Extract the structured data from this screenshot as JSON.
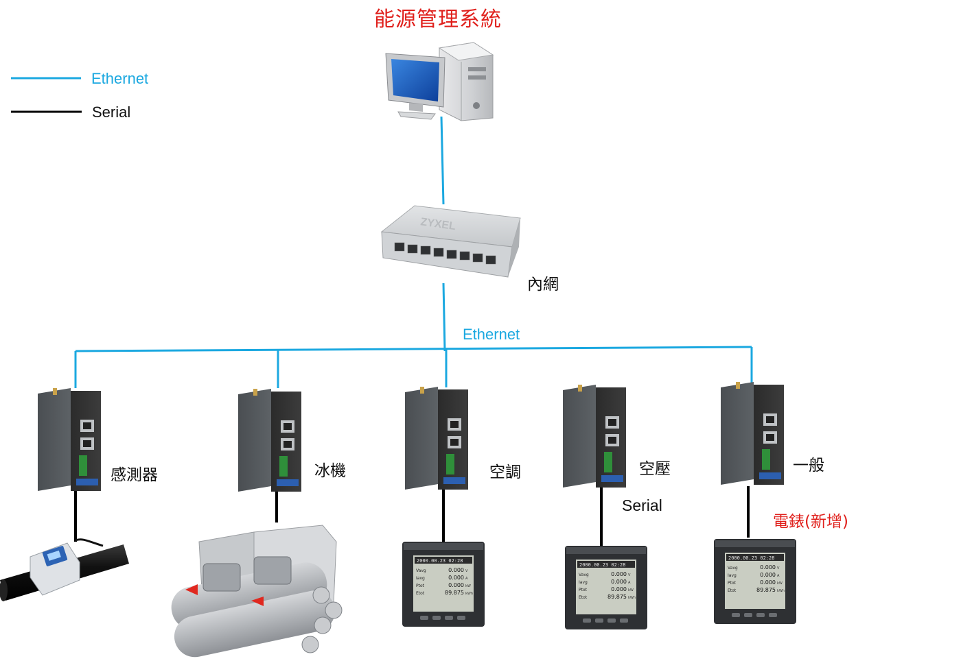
{
  "title": "能源管理系統",
  "legend": {
    "ethernet_label": "Ethernet",
    "serial_label": "Serial",
    "ethernet_color": "#1ba8e0",
    "serial_color": "#000000"
  },
  "switch": {
    "brand": "ZYXEL",
    "label": "內網"
  },
  "bus_label": "Ethernet",
  "gateways": [
    {
      "label": "感測器",
      "device": "flow-sensor"
    },
    {
      "label": "冰機",
      "device": "chiller"
    },
    {
      "label": "空調",
      "device": "power-meter"
    },
    {
      "label": "空壓",
      "device": "power-meter"
    },
    {
      "label": "一般",
      "device": "power-meter"
    }
  ],
  "serial_link_label": "Serial",
  "new_meter_label": "電錶(新增)",
  "meter_screen": {
    "date": "2000.00.23",
    "time": "02:28",
    "rows": [
      {
        "name": "Vavg",
        "value": "0.000",
        "unit": "V"
      },
      {
        "name": "Iavg",
        "value": "0.000",
        "unit": "A"
      },
      {
        "name": "Ptot",
        "value": "0.000",
        "unit": "kW"
      },
      {
        "name": "Etot",
        "value": "89.875",
        "unit": "kWh"
      }
    ]
  }
}
